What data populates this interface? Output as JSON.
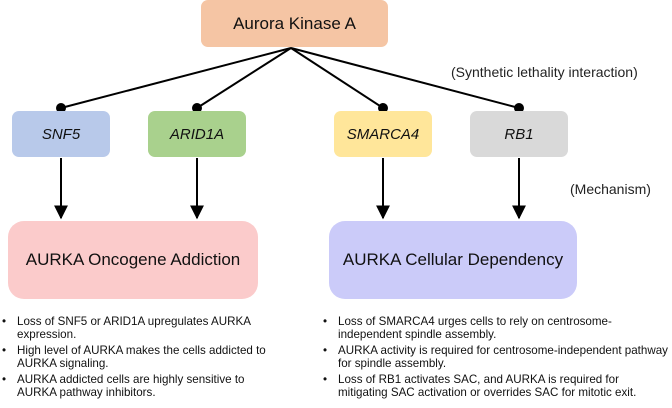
{
  "top": {
    "label": "Aurora Kinase A"
  },
  "genes": [
    {
      "label": "SNF5"
    },
    {
      "label": "ARID1A"
    },
    {
      "label": "SMARCA4"
    },
    {
      "label": "RB1"
    }
  ],
  "notes": {
    "synthetic": "(Synthetic lethality interaction)",
    "mechanism": "(Mechanism)"
  },
  "outcomes": [
    {
      "label": "AURKA Oncogene Addiction"
    },
    {
      "label": "AURKA Cellular Dependency"
    }
  ],
  "bullets_left": [
    "Loss of SNF5 or ARID1A upregulates AURKA expression.",
    "High level of AURKA makes the cells addicted to AURKA signaling.",
    "AURKA addicted cells are highly sensitive to AURKA pathway inhibitors."
  ],
  "bullets_right": [
    "Loss of SMARCA4 urges cells to rely on centrosome-independent spindle assembly.",
    "AURKA activity is required for centrosome-independent pathway for spindle assembly.",
    "Loss of RB1 activates SAC, and AURKA is required for mitigating SAC activation or overrides SAC for mitotic exit."
  ]
}
